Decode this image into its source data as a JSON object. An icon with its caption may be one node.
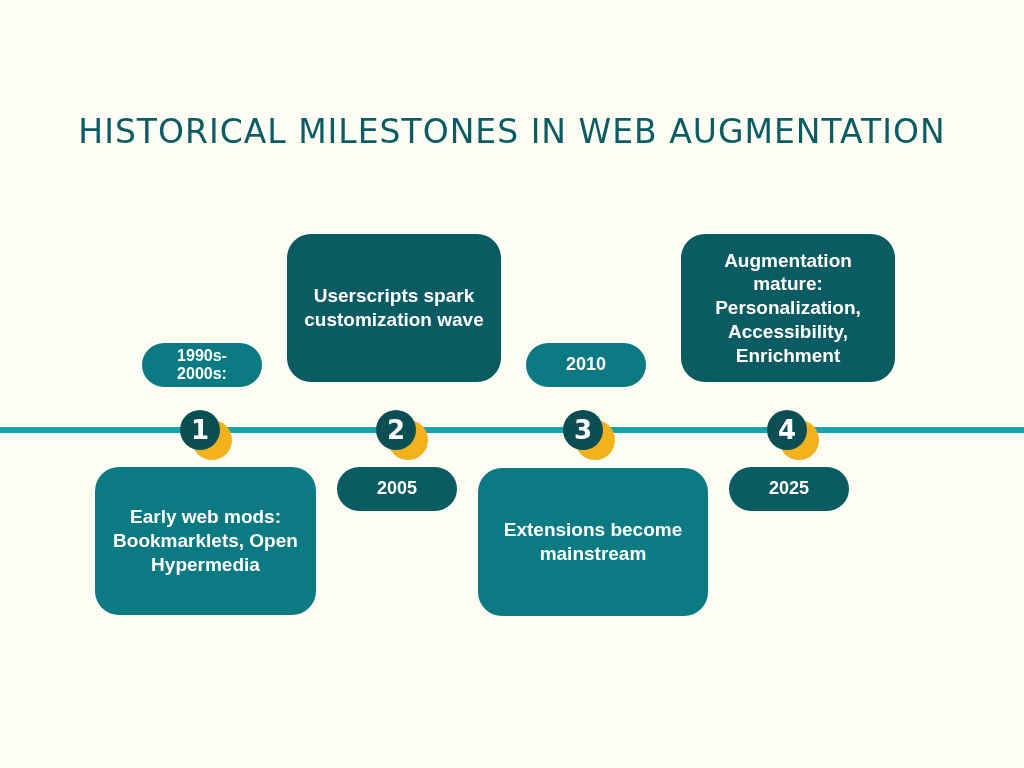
{
  "diagram": {
    "title": "HISTORICAL MILESTONES IN WEB AUGMENTATION",
    "nodes": [
      {
        "text": [
          "1990s- 2000s:"
        ]
      },
      {
        "text": [
          "Early web mods: Bookmarklets, Open Hypermedia"
        ]
      },
      {
        "text": [
          "1"
        ]
      },
      {
        "text": [
          "Userscripts spark customization wave"
        ]
      },
      {
        "text": [
          "2005"
        ]
      },
      {
        "text": [
          "2"
        ]
      },
      {
        "text": [
          "2010"
        ]
      },
      {
        "text": [
          "Extensions become mainstream"
        ]
      },
      {
        "text": [
          "3"
        ]
      },
      {
        "text": [
          "Augmentation mature: Personalization, Accessibility, Enrichment"
        ]
      },
      {
        "text": [
          "2025"
        ]
      },
      {
        "text": [
          "4"
        ]
      }
    ]
  }
}
